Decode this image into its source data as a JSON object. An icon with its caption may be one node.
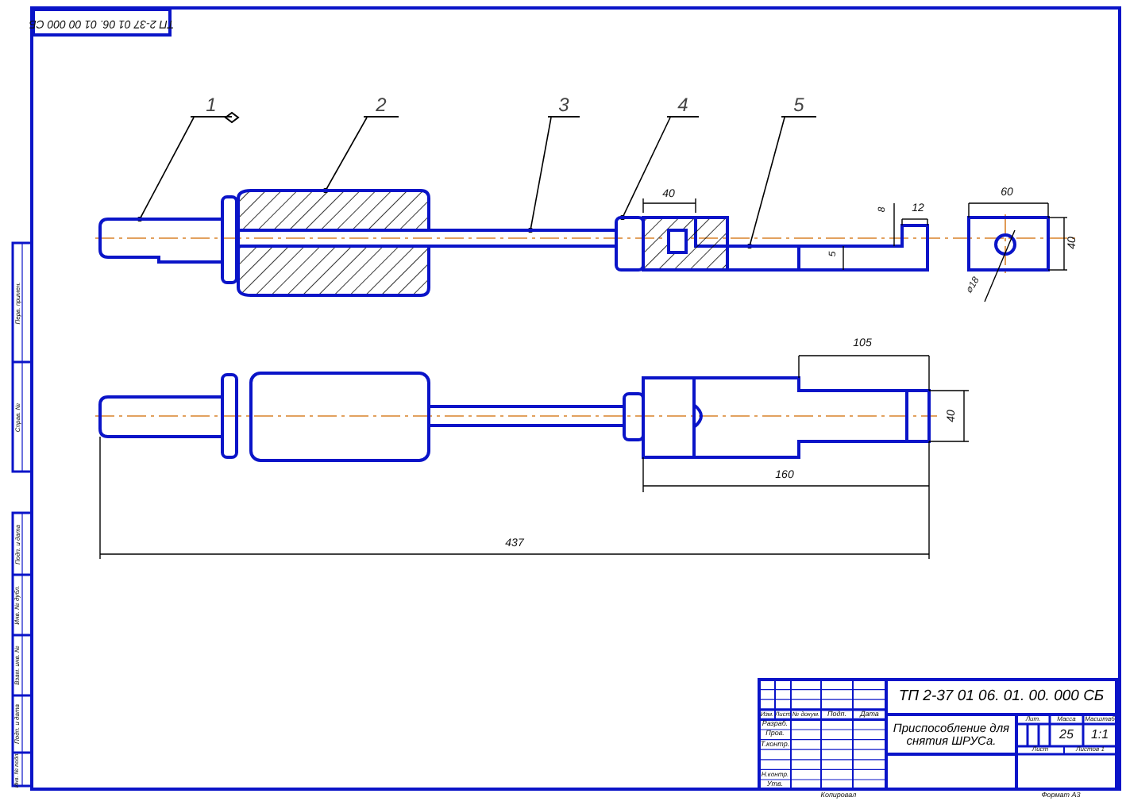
{
  "diagram": {
    "nodes": [
      {
        "text": [
          "1"
        ]
      },
      {
        "text": [
          "2"
        ]
      },
      {
        "text": [
          "3"
        ]
      },
      {
        "text": [
          "4"
        ]
      },
      {
        "text": [
          "5"
        ]
      },
      {
        "text": [],
        "shape": "picture"
      },
      {
        "text": [],
        "shape": "picture"
      },
      {
        "text": [],
        "shape": "bar"
      },
      {
        "text": [],
        "shape": "box"
      },
      {
        "text": [],
        "shape": "picture"
      }
    ],
    "edges": [
      {
        "from": 0,
        "to": 5,
        "arrow": "other"
      },
      {
        "from": 1,
        "to": 6,
        "arrow": "other"
      },
      {
        "from": 2,
        "to": 7,
        "arrow": "other"
      },
      {
        "from": 3,
        "to": 8,
        "arrow": "other"
      },
      {
        "from": 4,
        "to": 9,
        "arrow": "other"
      }
    ],
    "labels": [
      "ТП 2-37 01 06. 01 00 000 СБ",
      "40",
      "8",
      "12",
      "5",
      "60",
      "40",
      "⌀18",
      "105",
      "40",
      "160",
      "437",
      "ТП 2-37 01 06. 01. 00. 000 СБ",
      "Приспособление для снятия ШРУСа.",
      "Изм.",
      "Лист",
      "№ докум.",
      "Подп.",
      "Дата",
      "Разраб.",
      "Пров.",
      "Т.контр.",
      "Н.контр.",
      "Утв.",
      "Лит.",
      "Масса",
      "Масштаб",
      "25",
      "1:1",
      "Лист",
      "Листов 1",
      "Копировал",
      "Формат А3",
      "Перв. примен.",
      "Справ. №",
      "Подп. и дата",
      "Инв. № дубл.",
      "Взам. инв. №",
      "Подп. и дата",
      "Инв. № подл."
    ]
  }
}
